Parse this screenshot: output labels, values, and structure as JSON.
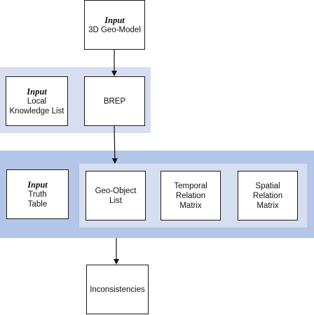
{
  "colors": {
    "band_light": "#d6def0",
    "band_dark": "#b4c6e7",
    "box_border": "#1a1a1a",
    "arrow": "#111111"
  },
  "nodes": {
    "geo_model": {
      "tag": "Input",
      "lines": [
        "3D Geo-Model"
      ]
    },
    "local_knowledge": {
      "tag": "Input",
      "lines": [
        "Local",
        "Knowledge List"
      ]
    },
    "brep": {
      "lines": [
        "BREP"
      ]
    },
    "truth_table": {
      "tag": "Input",
      "lines": [
        "Truth",
        "Table"
      ]
    },
    "geo_object_list": {
      "lines": [
        "Geo-Object",
        "List"
      ]
    },
    "temporal_matrix": {
      "lines": [
        "Temporal",
        "Relation",
        "Matrix"
      ]
    },
    "spatial_matrix": {
      "lines": [
        "Spatial",
        "Relation",
        "Matrix"
      ]
    },
    "inconsistencies": {
      "lines": [
        "Inconsistencies"
      ]
    }
  },
  "edges": [
    {
      "from": "geo_model",
      "to": "brep"
    },
    {
      "from": "brep",
      "to": "analysis_band"
    },
    {
      "from": "analysis_band",
      "to": "inconsistencies"
    }
  ]
}
